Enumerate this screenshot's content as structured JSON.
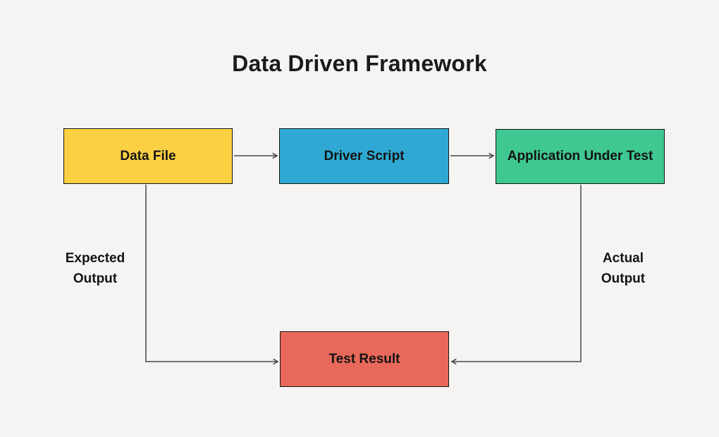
{
  "title": "Data Driven Framework",
  "colors": {
    "background": "#F5F4F2",
    "connector_line": "#737373",
    "arrowhead": "#3A3A3A",
    "node_border": "#141414",
    "text": "#141414"
  },
  "nodes": {
    "data_file": {
      "label": "Data File",
      "fill": "#FBD143"
    },
    "driver_script": {
      "label": "Driver Script",
      "fill": "#2FA9D3"
    },
    "application_under_test": {
      "label": "Application Under Test",
      "fill": "#3FC891"
    },
    "test_result": {
      "label": "Test Result",
      "fill": "#E8695B"
    }
  },
  "edge_labels": {
    "expected_output": "Expected\nOutput",
    "actual_output": "Actual\nOutput"
  },
  "edges": [
    {
      "from": "Data File",
      "to": "Driver Script",
      "label": ""
    },
    {
      "from": "Driver Script",
      "to": "Application Under Test",
      "label": ""
    },
    {
      "from": "Data File",
      "to": "Test Result",
      "label": "Expected Output"
    },
    {
      "from": "Application Under Test",
      "to": "Test Result",
      "label": "Actual Output"
    }
  ]
}
